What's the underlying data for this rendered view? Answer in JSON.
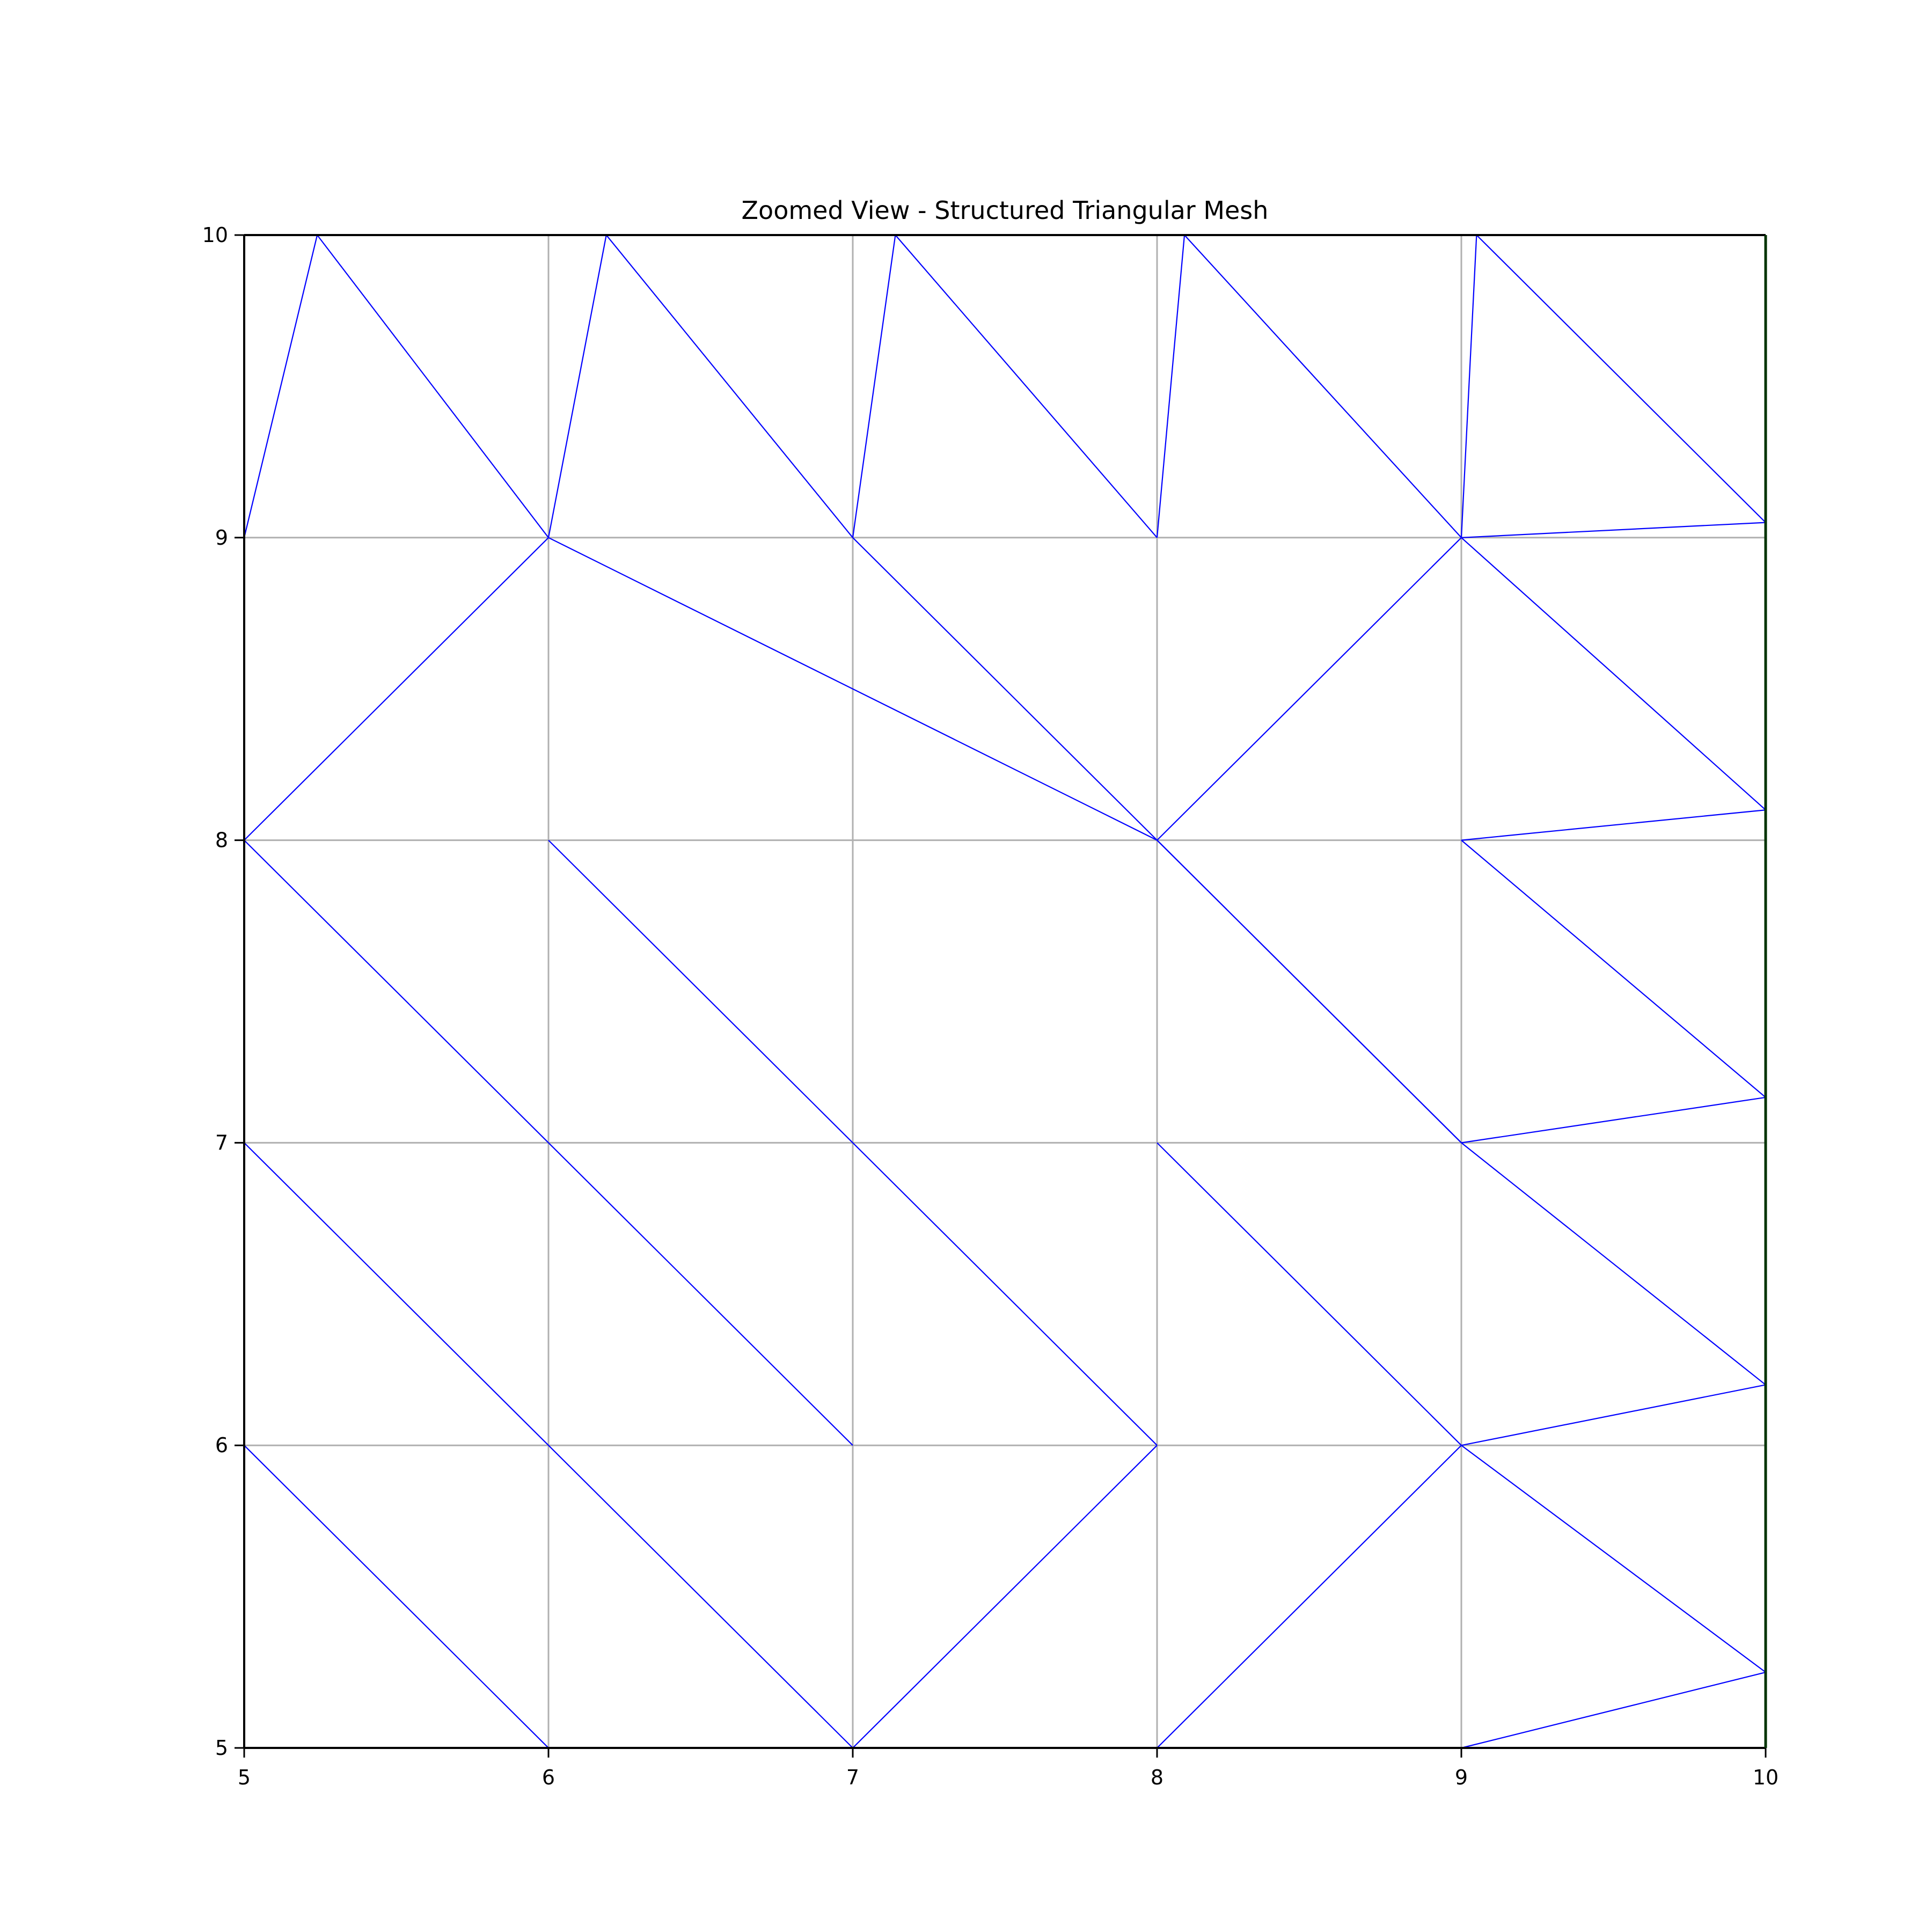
{
  "chart_data": {
    "type": "mesh",
    "title": "Zoomed View - Structured Triangular Mesh",
    "xlabel": "",
    "ylabel": "",
    "xlim": [
      5,
      10
    ],
    "ylim": [
      5,
      10
    ],
    "x_ticks": [
      5,
      6,
      7,
      8,
      9,
      10
    ],
    "y_ticks": [
      5,
      6,
      7,
      8,
      9,
      10
    ],
    "x_tick_labels": [
      "5",
      "6",
      "7",
      "8",
      "9",
      "10"
    ],
    "y_tick_labels": [
      "5",
      "6",
      "7",
      "8",
      "9",
      "10"
    ],
    "grid": true,
    "colors": {
      "mesh_edges": "#0000ff",
      "grid": "#b0b0b0",
      "axes": "#000000",
      "right_boundary": "#003300"
    },
    "mesh_edges": [
      [
        [
          5,
          9
        ],
        [
          5.24,
          10
        ]
      ],
      [
        [
          5.24,
          10
        ],
        [
          6,
          9
        ]
      ],
      [
        [
          6,
          9
        ],
        [
          6.19,
          10
        ]
      ],
      [
        [
          6.19,
          10
        ],
        [
          7,
          9
        ]
      ],
      [
        [
          7,
          9
        ],
        [
          7.14,
          10
        ]
      ],
      [
        [
          7.14,
          10
        ],
        [
          8,
          9
        ]
      ],
      [
        [
          8,
          9
        ],
        [
          8.09,
          10
        ]
      ],
      [
        [
          8.09,
          10
        ],
        [
          9,
          9
        ]
      ],
      [
        [
          9,
          9
        ],
        [
          9.05,
          10
        ]
      ],
      [
        [
          9.05,
          10
        ],
        [
          10,
          9.05
        ]
      ],
      [
        [
          9,
          9
        ],
        [
          10,
          9.05
        ]
      ],
      [
        [
          5,
          8
        ],
        [
          6,
          9
        ]
      ],
      [
        [
          6,
          9
        ],
        [
          8,
          8
        ]
      ],
      [
        [
          7,
          9
        ],
        [
          9,
          7
        ]
      ],
      [
        [
          8,
          8
        ],
        [
          9,
          9
        ]
      ],
      [
        [
          9,
          9
        ],
        [
          10,
          8.1
        ]
      ],
      [
        [
          9,
          8
        ],
        [
          10,
          8.1
        ]
      ],
      [
        [
          5,
          8
        ],
        [
          7,
          6
        ]
      ],
      [
        [
          6,
          8
        ],
        [
          8,
          6
        ]
      ],
      [
        [
          8,
          8
        ],
        [
          9,
          7
        ]
      ],
      [
        [
          9,
          8
        ],
        [
          10,
          7.15
        ]
      ],
      [
        [
          9,
          7
        ],
        [
          10,
          7.15
        ]
      ],
      [
        [
          5,
          7
        ],
        [
          7,
          5
        ]
      ],
      [
        [
          8,
          7
        ],
        [
          9,
          6
        ]
      ],
      [
        [
          9,
          7
        ],
        [
          10,
          6.2
        ]
      ],
      [
        [
          9,
          6
        ],
        [
          10,
          6.2
        ]
      ],
      [
        [
          5,
          6
        ],
        [
          6,
          5
        ]
      ],
      [
        [
          8,
          6
        ],
        [
          7,
          5
        ]
      ],
      [
        [
          9,
          6
        ],
        [
          8,
          5
        ]
      ],
      [
        [
          9,
          6
        ],
        [
          10,
          5.25
        ]
      ],
      [
        [
          9,
          5
        ],
        [
          10,
          5.25
        ]
      ]
    ]
  }
}
